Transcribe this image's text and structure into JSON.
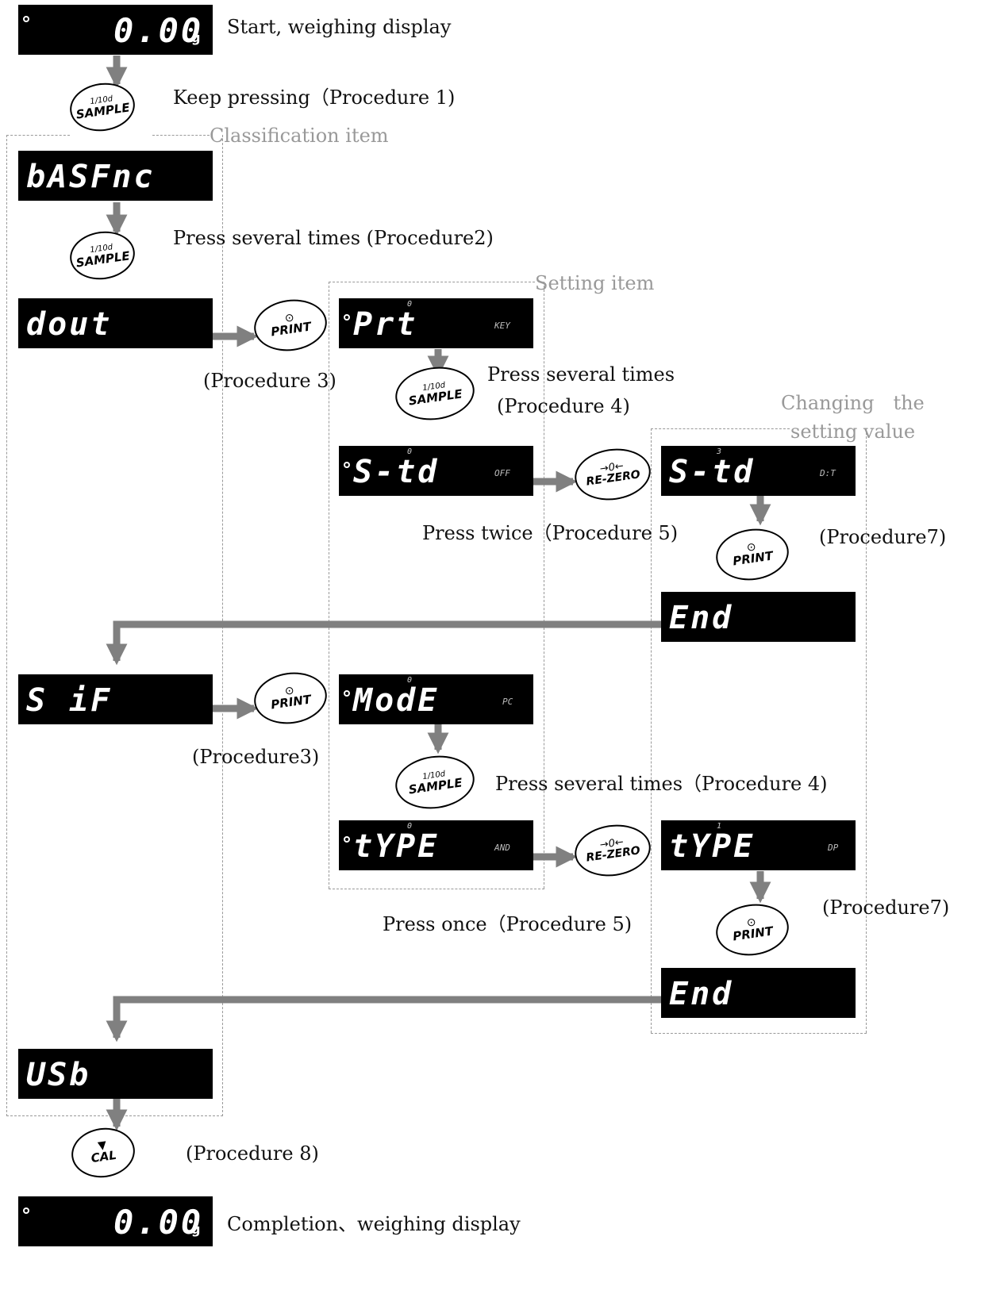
{
  "displays": {
    "start": {
      "value": "0.00",
      "unit": "g"
    },
    "basfnc": {
      "value": "bASFnc"
    },
    "dout": {
      "value": "dout"
    },
    "prt": {
      "value": "Prt",
      "sup": "0",
      "sub": "KEY"
    },
    "std": {
      "value": "S-td",
      "sup": "0",
      "sub": "OFF"
    },
    "std_changed": {
      "value": "S-td",
      "sup": "3",
      "sub": "D:T"
    },
    "end1": {
      "value": "End"
    },
    "sif": {
      "value": "S iF"
    },
    "mode": {
      "value": "ModE",
      "sup": "0",
      "sub": "PC"
    },
    "type": {
      "value": "tYPE",
      "sup": "0",
      "sub": "AND"
    },
    "type_changed": {
      "value": "tYPE",
      "sup": "1",
      "sub": "DP"
    },
    "end2": {
      "value": "End"
    },
    "usb": {
      "value": "USb"
    },
    "finish": {
      "value": "0.00",
      "unit": "g"
    }
  },
  "keys": {
    "sample_top": "1/10d",
    "sample_bottom": "SAMPLE",
    "print_top": "⊙",
    "print_bottom": "PRINT",
    "rezero_top": "→0←",
    "rezero_bottom": "RE-ZERO",
    "cal_top": "▼",
    "cal_bottom": "CAL"
  },
  "labels": {
    "start": "Start, weighing display",
    "procedure1": "Keep pressing（Procedure 1)",
    "classification": "Classification item",
    "procedure2": "Press several times (Procedure2)",
    "setting": "Setting item",
    "procedure3a": "(Procedure 3)",
    "procedure4a_line1": "Press several times",
    "procedure4a_line2": "(Procedure 4)",
    "changing_line1": "Changing　the",
    "changing_line2": "setting value",
    "procedure5a": "Press twice（Procedure 5)",
    "procedure7a": "(Procedure7)",
    "procedure3b": "(Procedure3)",
    "procedure4b": "Press several times（Procedure 4)",
    "procedure5b": "Press once（Procedure 5)",
    "procedure7b": "(Procedure7)",
    "procedure8": "(Procedure 8)",
    "finish": "Completion、weighing display"
  },
  "colors": {
    "arrow": "#808080",
    "display_bg": "#000000",
    "dashed": "#999999"
  }
}
